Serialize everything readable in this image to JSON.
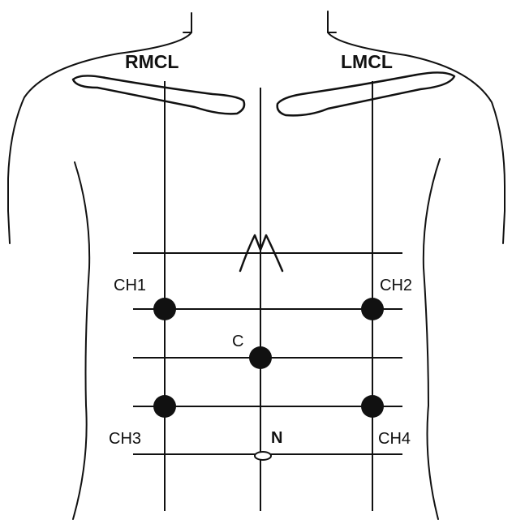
{
  "labels": {
    "rmcl": "RMCL",
    "lmcl": "LMCL",
    "ch1": "CH1",
    "ch2": "CH2",
    "ch3": "CH3",
    "ch4": "CH4",
    "c": "C",
    "n": "N"
  },
  "colors": {
    "ink": "#111111",
    "background": "#ffffff"
  }
}
